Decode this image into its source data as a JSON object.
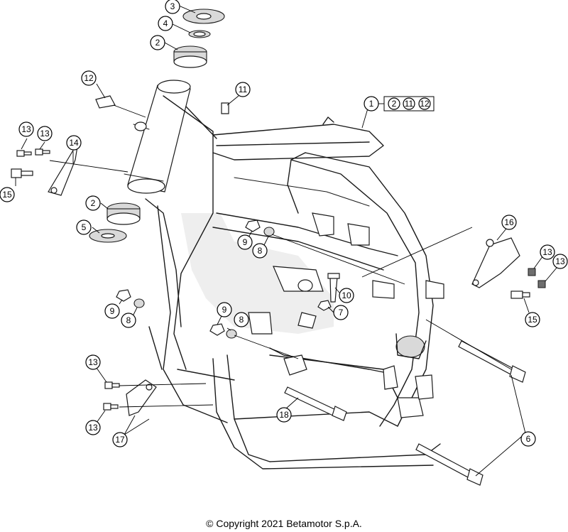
{
  "callouts": {
    "c1": "1",
    "c2a": "2",
    "c2b": "2",
    "c3": "3",
    "c4": "4",
    "c5": "5",
    "c6": "6",
    "c7": "7",
    "c8a": "8",
    "c8b": "8",
    "c8c": "8",
    "c9a": "9",
    "c9b": "9",
    "c9c": "9",
    "c10": "10",
    "c11": "11",
    "c12": "12",
    "c13a": "13",
    "c13b": "13",
    "c13c": "13",
    "c13d": "13",
    "c13e": "13",
    "c13f": "13",
    "c14": "14",
    "c15a": "15",
    "c15b": "15",
    "c16": "16",
    "c17": "17",
    "c18": "18"
  },
  "kit_box": [
    "2",
    "11",
    "12"
  ],
  "copyright": "© Copyright 2021 Betamotor S.p.A."
}
